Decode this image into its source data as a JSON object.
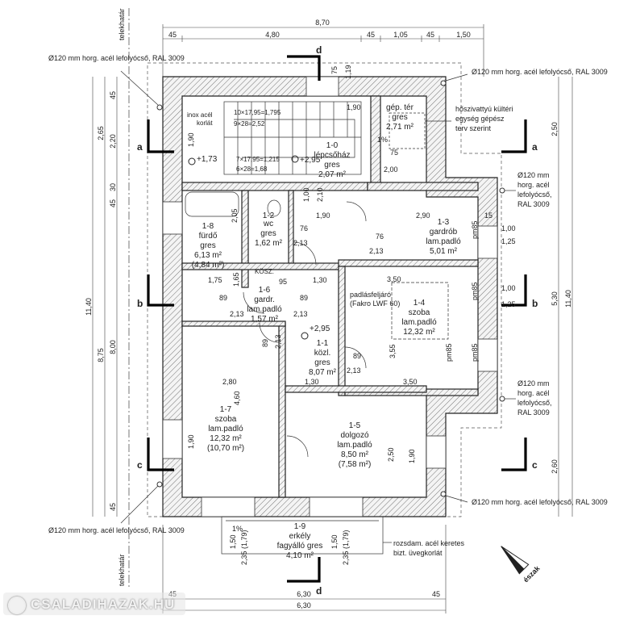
{
  "site_line": "telekhatár",
  "dims_top": {
    "total": "8,70",
    "parts": [
      "45",
      "4,80",
      "45",
      "1,05",
      "45",
      "1,50"
    ]
  },
  "dims_bottom": {
    "row1": [
      "45",
      "6,30",
      "45"
    ],
    "row2": "6,30"
  },
  "dims_left": [
    "45",
    "2,65",
    "2,20",
    "30",
    "45",
    "11,40",
    "8,75",
    "8,00",
    "45"
  ],
  "dims_right": [
    "2,50",
    "5,30",
    "11,40",
    "2,60"
  ],
  "downpipes": {
    "top_left": "Ø120 mm horg. acél lefolyócső, RAL 3009",
    "top_right": "Ø120 mm horg. acél lefolyócső, RAL 3009",
    "right_upper": [
      "Ø120 mm",
      "horg. acél",
      "lefolyócső,",
      "RAL 3009"
    ],
    "right_lower": [
      "Ø120 mm",
      "horg. acél",
      "lefolyócső,",
      "RAL 3009"
    ],
    "bottom_right": "Ø120 mm horg. acél lefolyócső, RAL 3009",
    "bottom_left": "Ø120 mm horg. acél lefolyócső, RAL 3009"
  },
  "section_marks": [
    "a",
    "a",
    "b",
    "b",
    "c",
    "c",
    "d",
    "d"
  ],
  "notes": {
    "heat_pump": [
      "hőszivattyú kültéri",
      "egység gépész",
      "terv szerint"
    ],
    "railing": [
      "rozsdam. acél keretes",
      "bizt. üvegkorlát"
    ],
    "stair_steps_1": "10×17,95=1,795",
    "stair_steps_2": "9×28=2,52",
    "stair_steps_3": "7×17,95=1,215",
    "stair_steps_4": "6×28=1,68",
    "inox": [
      "inox acél",
      "korlát"
    ],
    "attic_hatch": [
      "padlásfeljáró",
      "(Fakro LWF 60)"
    ],
    "kosz": "KÖSZ.",
    "north": "észak"
  },
  "levels": [
    "+1,73",
    "+2,95",
    "+2,95"
  ],
  "rooms": [
    {
      "id": "1-0",
      "name": "lépcsőház",
      "floor": "gres",
      "area": "2,07 m²"
    },
    {
      "id": "",
      "name": "gép. tér",
      "floor": "gres",
      "area": "2,71 m²"
    },
    {
      "id": "1-2",
      "name": "wc",
      "floor": "gres",
      "area": "1,62 m²"
    },
    {
      "id": "1-8",
      "name": "fürdő",
      "floor": "gres",
      "area": "6,13 m²",
      "area2": "(4,84 m²)"
    },
    {
      "id": "1-3",
      "name": "gardrób",
      "floor": "lam.padló",
      "area": "5,01 m²"
    },
    {
      "id": "1-6",
      "name": "gardr.",
      "floor": "lam.padló",
      "area": "1,57 m²"
    },
    {
      "id": "1-4",
      "name": "szoba",
      "floor": "lam.padló",
      "area": "12,32 m²"
    },
    {
      "id": "1-1",
      "name": "közl.",
      "floor": "gres",
      "area": "8,07 m²"
    },
    {
      "id": "1-7",
      "name": "szoba",
      "floor": "lam.padló",
      "area": "12,32 m²",
      "area2": "(10,70 m²)"
    },
    {
      "id": "1-5",
      "name": "dolgozó",
      "floor": "lam.padló",
      "area": "8,50 m²",
      "area2": "(7,58 m²)"
    },
    {
      "id": "1-9",
      "name": "erkély",
      "floor": "fagyálló gres",
      "area": "4,10 m²"
    }
  ],
  "inner_dims": [
    "1,90",
    "75",
    "1,19",
    "1,90",
    "75",
    "2,00",
    "1,00",
    "2,10",
    "1,90",
    "2,90",
    "15",
    "1,00",
    "1,25",
    "76",
    "2,13",
    "76",
    "2,13",
    "1,75",
    "1,65",
    "95",
    "1,30",
    "3,50",
    "89",
    "2,13",
    "89",
    "2,13",
    "1,00",
    "1,25",
    "89",
    "2,13",
    "2,80",
    "4,60",
    "1,30",
    "3,50",
    "3,55",
    "89",
    "2,13",
    "1,90",
    "2,50",
    "1,90",
    "1,50",
    "2,35 (1,79)",
    "1,50",
    "2,35 (1,79)",
    "1%",
    "1%",
    "pm85",
    "pm85",
    "pm85",
    "pm85",
    "2,05"
  ],
  "watermark": "CSALADIHAZAK.HU"
}
